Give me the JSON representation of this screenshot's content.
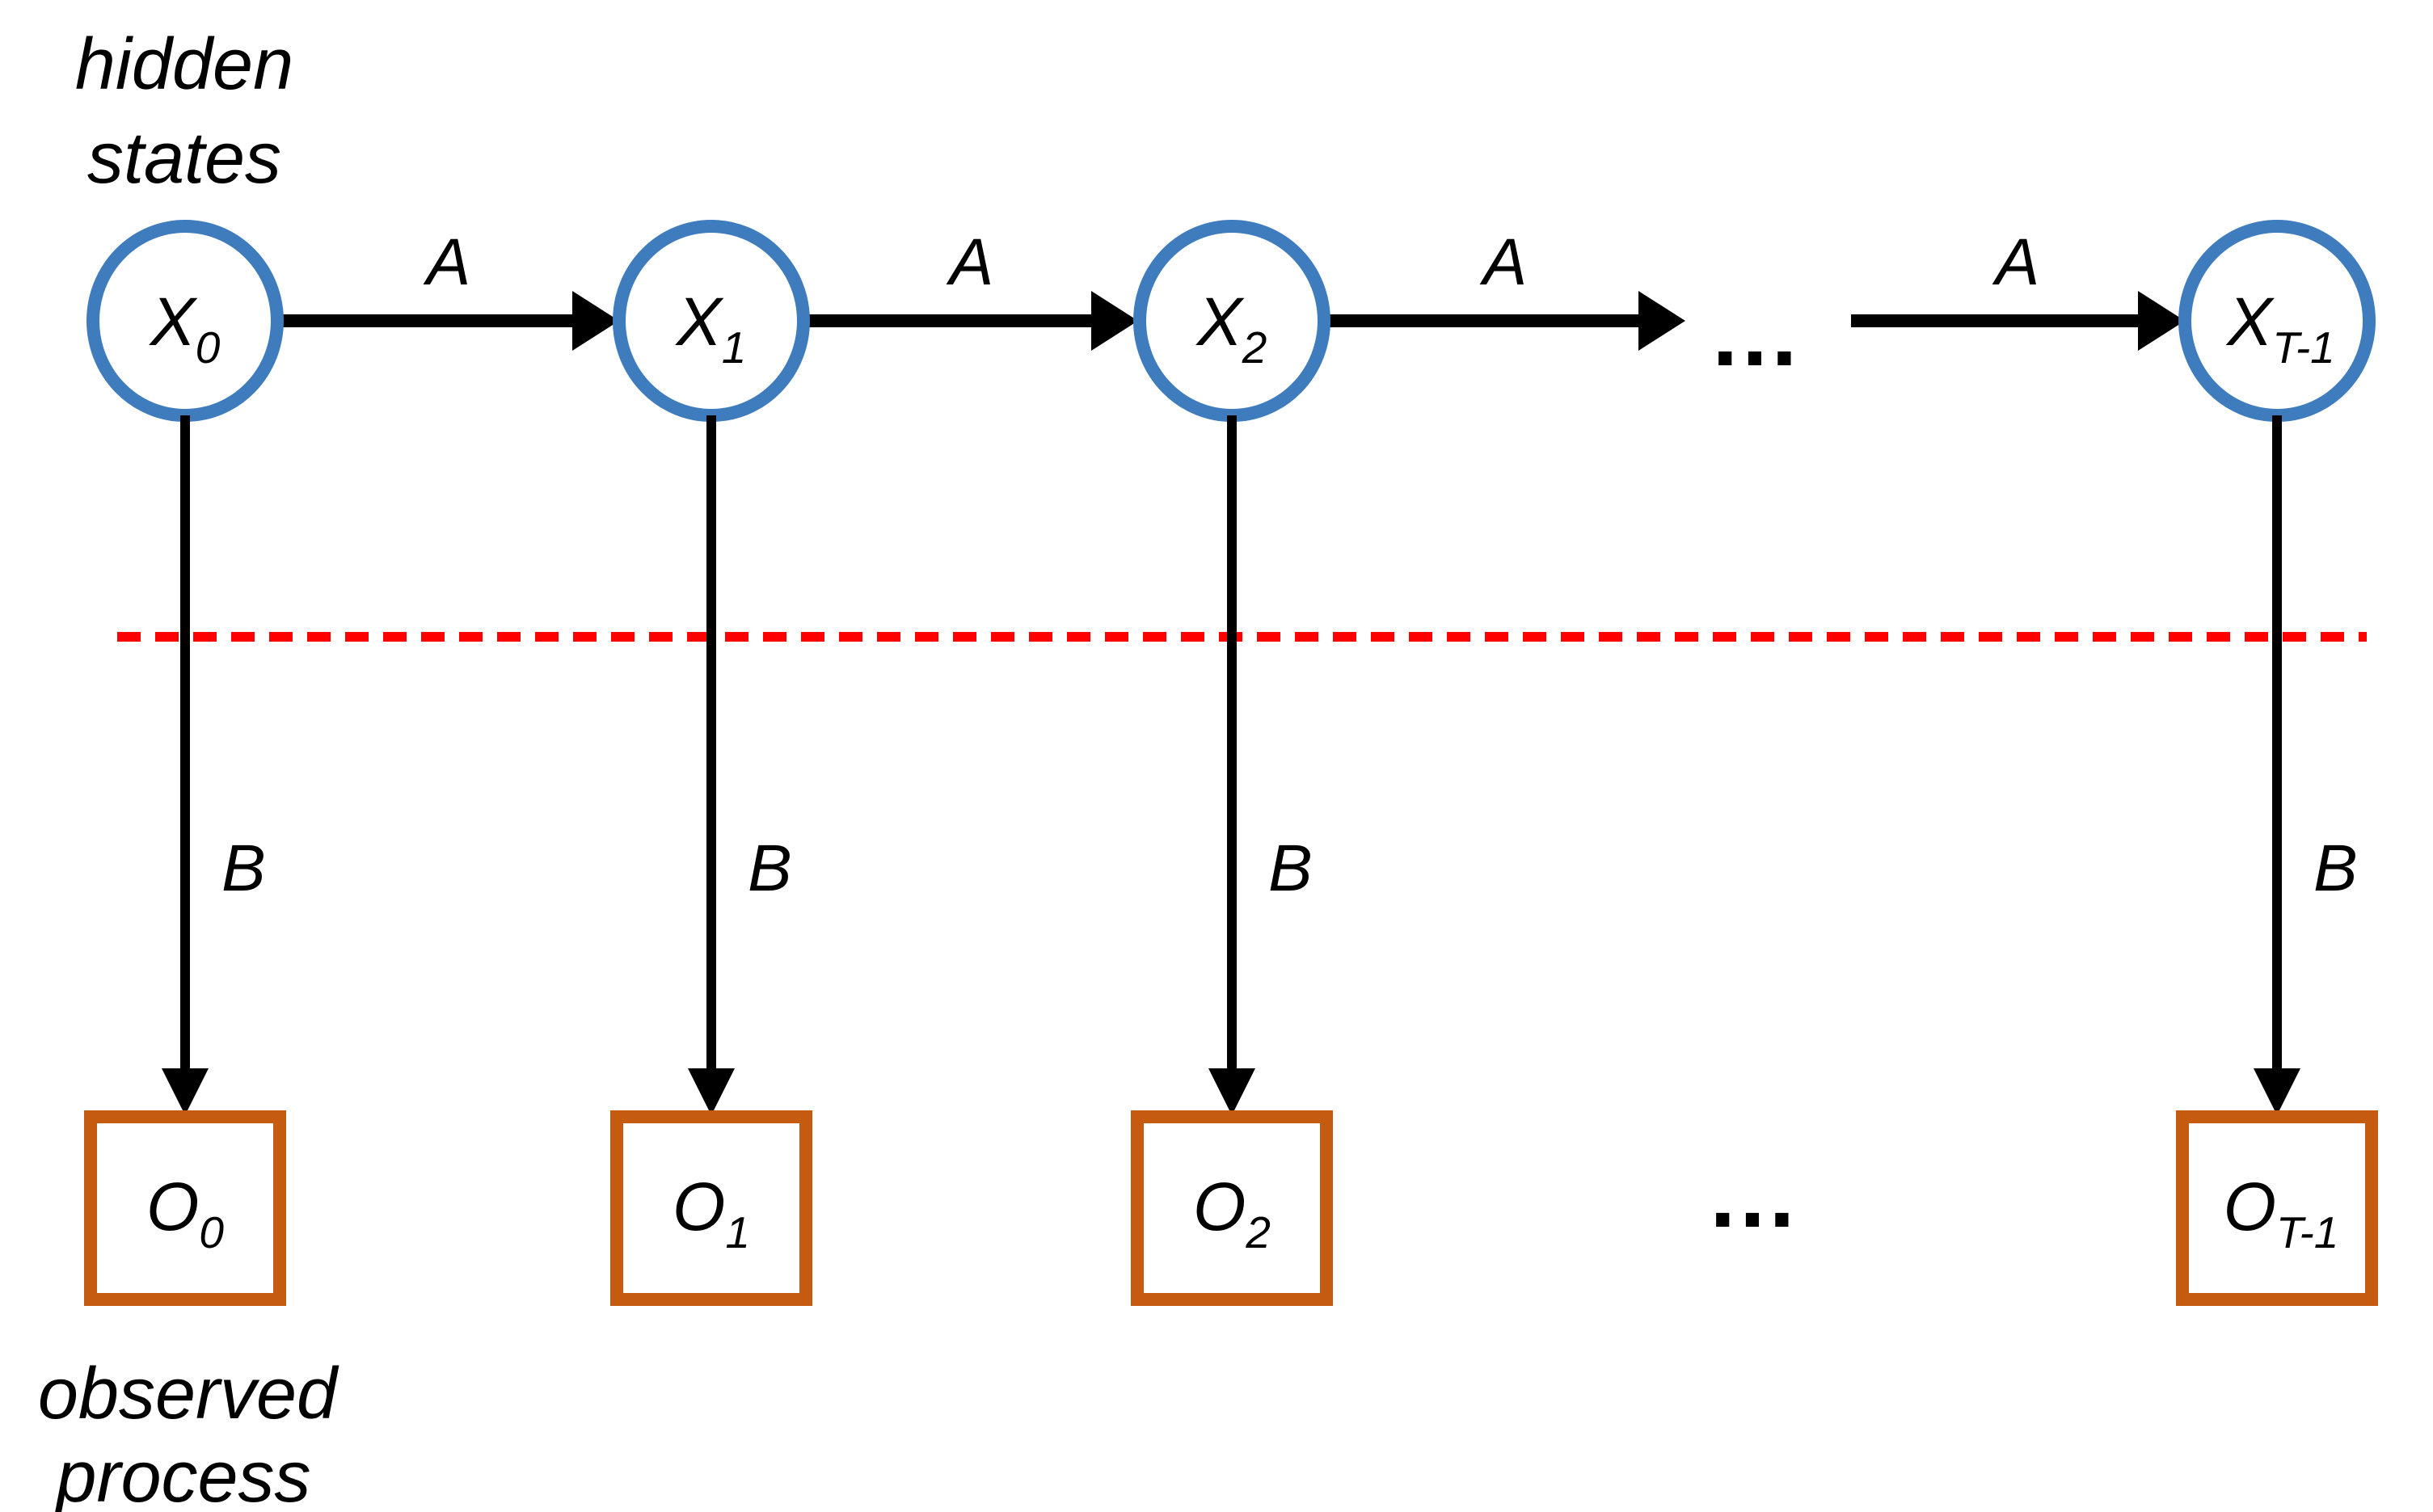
{
  "colors": {
    "node-stroke": "#3E7CBE",
    "obs-stroke": "#C55A11",
    "divider": "#FF0000",
    "ink": "#000000"
  },
  "captions": {
    "top_line1": "hidden",
    "top_line2": "states",
    "bottom_line1": "observed",
    "bottom_line2": "process"
  },
  "hidden_nodes": [
    {
      "main": "X",
      "sub": "0"
    },
    {
      "main": "X",
      "sub": "1"
    },
    {
      "main": "X",
      "sub": "2"
    },
    {
      "main": "X",
      "sub": "T-1"
    }
  ],
  "observed_nodes": [
    {
      "main": "O",
      "sub": "0"
    },
    {
      "main": "O",
      "sub": "1"
    },
    {
      "main": "O",
      "sub": "2"
    },
    {
      "main": "O",
      "sub": "T-1"
    }
  ],
  "transition_labels": [
    "A",
    "A",
    "A",
    "A"
  ],
  "emission_labels": [
    "B",
    "B",
    "B",
    "B"
  ],
  "ellipsis_top": "…",
  "ellipsis_bottom": "…"
}
